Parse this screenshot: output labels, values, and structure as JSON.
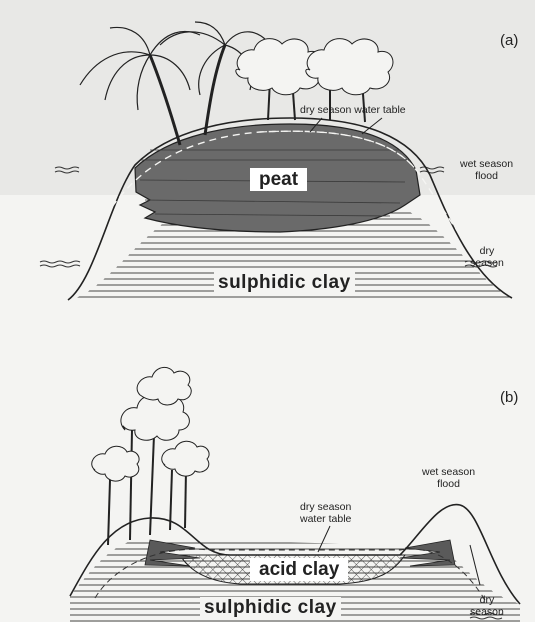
{
  "panel_a": {
    "letter": "(a)",
    "peat_label": "peat",
    "clay_label": "sulphidic clay",
    "dry_water_table_label": "dry season water table",
    "wet_season_label": "wet season\nflood",
    "dry_season_label": "dry\nseason"
  },
  "panel_b": {
    "letter": "(b)",
    "acid_clay_label": "acid clay",
    "clay_label": "sulphidic clay",
    "dry_water_table_label": "dry season\nwater table",
    "wet_season_label": "wet season\nflood",
    "dry_season_label": "dry\nseason"
  },
  "colors": {
    "peat_fill": "#6a6a6a",
    "line": "#222222",
    "page_bg": "#f4f4f2"
  }
}
